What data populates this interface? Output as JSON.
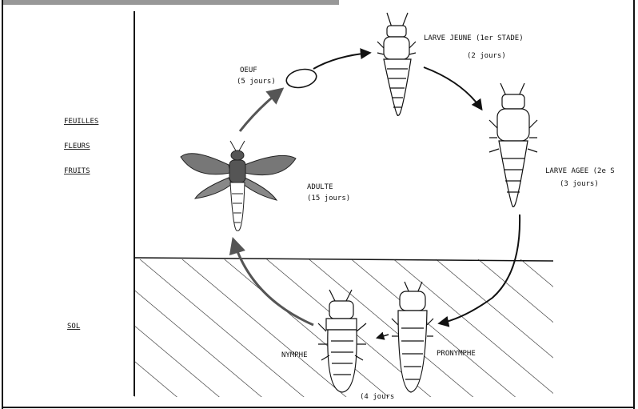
{
  "figure": {
    "title_fragment": "... cycle ... (partially cropped)"
  },
  "zones": {
    "upper": [
      "FEUILLES",
      "FLEURS",
      "FRUITS"
    ],
    "lower": "SOL"
  },
  "stages": {
    "oeuf": {
      "name": "OEUF",
      "duration": "(5 jours)"
    },
    "larve_jeune": {
      "name": "LARVE JEUNE (1er STADE)",
      "duration": "(2 jours)"
    },
    "larve_agee": {
      "name": "LARVE AGEE (2e S",
      "duration": "(3 jours)"
    },
    "pronymphe": {
      "name": "PRONYMPHE"
    },
    "nymphe": {
      "name": "NYMPHE",
      "duration": "(4 jours"
    },
    "adulte": {
      "name": "ADULTE",
      "duration": "(15 jours)"
    }
  },
  "icons": [
    "egg-icon",
    "larva-icon",
    "prepupa-icon",
    "pupa-icon",
    "adult-insect-icon",
    "arrow-icon"
  ]
}
